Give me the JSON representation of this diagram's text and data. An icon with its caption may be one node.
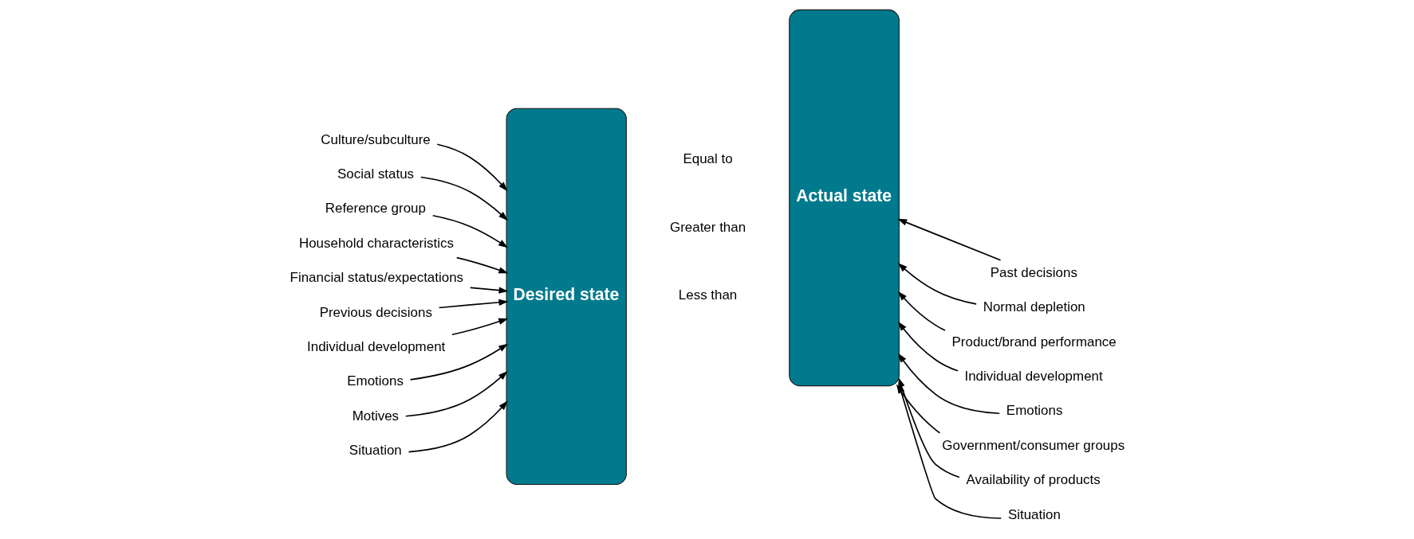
{
  "diagram": {
    "nodes": [
      {
        "text": [
          "Culture/subculture"
        ]
      },
      {
        "text": [
          "Social status"
        ]
      },
      {
        "text": [
          "Reference group"
        ]
      },
      {
        "text": [
          "Household characteristics"
        ]
      },
      {
        "text": [
          "Financial status/expectations"
        ]
      },
      {
        "text": [
          "Previous decisions"
        ]
      },
      {
        "text": [
          "Individual development"
        ]
      },
      {
        "text": [
          "Emotions"
        ]
      },
      {
        "text": [
          "Motives"
        ]
      },
      {
        "text": [
          "Situation"
        ]
      },
      {
        "text": [
          "Desired state"
        ]
      },
      {
        "text": [
          "Actual state"
        ]
      },
      {
        "text": [
          "Past decisions"
        ]
      },
      {
        "text": [
          "Normal depletion"
        ]
      },
      {
        "text": [
          "Product/brand performance"
        ]
      },
      {
        "text": [
          "Individual development"
        ]
      },
      {
        "text": [
          "Emotions"
        ]
      },
      {
        "text": [
          "Government/consumer groups"
        ]
      },
      {
        "text": [
          "Availability of products"
        ]
      },
      {
        "text": [
          "Situation"
        ]
      }
    ],
    "edges": [
      {
        "from": 0,
        "to": 10,
        "arrow": "to"
      },
      {
        "from": 1,
        "to": 10,
        "arrow": "to"
      },
      {
        "from": 2,
        "to": 10,
        "arrow": "to"
      },
      {
        "from": 3,
        "to": 10,
        "arrow": "to"
      },
      {
        "from": 4,
        "to": 10,
        "arrow": "to"
      },
      {
        "from": 5,
        "to": 10,
        "arrow": "to"
      },
      {
        "from": 6,
        "to": 10,
        "arrow": "to"
      },
      {
        "from": 7,
        "to": 10,
        "arrow": "to"
      },
      {
        "from": 8,
        "to": 10,
        "arrow": "to"
      },
      {
        "from": 9,
        "to": 10,
        "arrow": "to"
      },
      {
        "from": 12,
        "to": 11,
        "arrow": "to"
      },
      {
        "from": 13,
        "to": 11,
        "arrow": "to"
      },
      {
        "from": 14,
        "to": 11,
        "arrow": "to"
      },
      {
        "from": 15,
        "to": 11,
        "arrow": "to"
      },
      {
        "from": 16,
        "to": 11,
        "arrow": "to"
      },
      {
        "from": 17,
        "to": 11,
        "arrow": "to"
      },
      {
        "from": 18,
        "to": 11,
        "arrow": "to"
      },
      {
        "from": 19,
        "to": 11,
        "arrow": "to"
      }
    ],
    "labels": [
      "Less than",
      "Equal to",
      "Greater than"
    ]
  }
}
